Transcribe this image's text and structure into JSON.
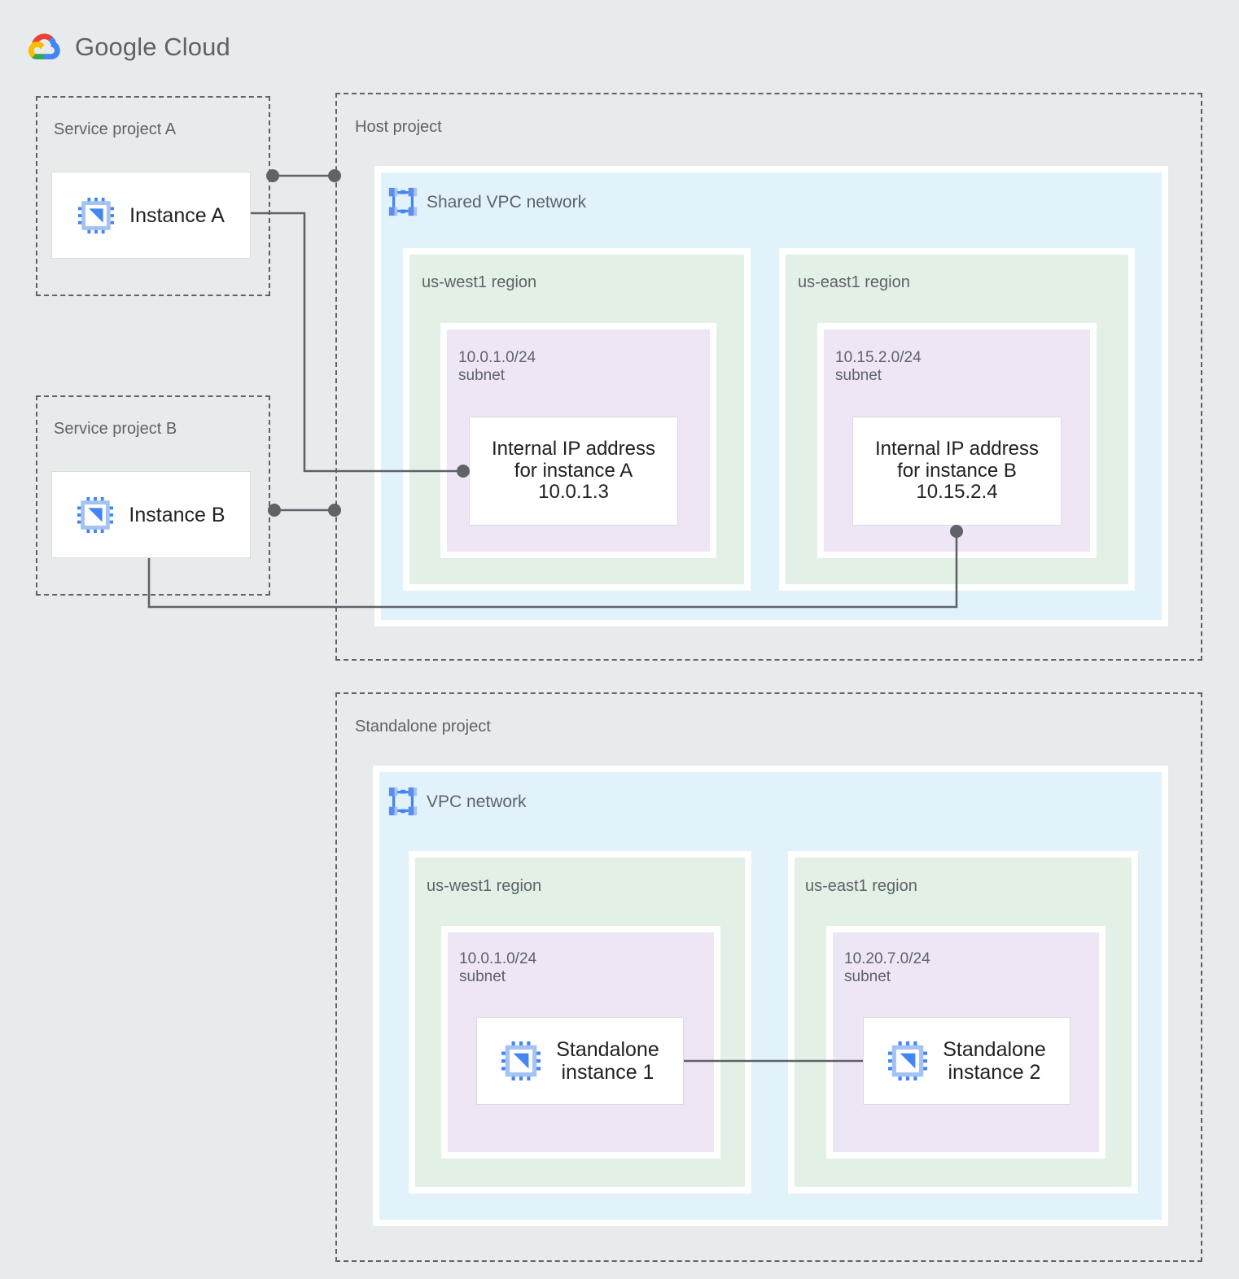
{
  "brand": {
    "logo_icon": "google-cloud-logo-icon",
    "name_bold": "Google",
    "name_light": " Cloud",
    "colors": {
      "red": "#ea4335",
      "yellow": "#fbbc04",
      "green": "#34a853",
      "blue": "#4285f4",
      "text": "#5f6368"
    }
  },
  "palette": {
    "page_background": "#e8ebec",
    "vpc_fill": "#e1f2fb",
    "region_fill": "#e2f0e6",
    "subnet_fill": "#eee5f5",
    "card_fill": "#ffffff",
    "connector": "#5f6368",
    "dashed_border": "#5f6368",
    "icon_blue": "#4285f4",
    "icon_blue_light": "#a4c2f4"
  },
  "projects": {
    "service_a": {
      "label": "Service project A",
      "instance": {
        "name": "Instance A",
        "icon": "chip-icon"
      }
    },
    "service_b": {
      "label": "Service project B",
      "instance": {
        "name": "Instance B",
        "icon": "chip-icon"
      }
    },
    "host": {
      "label": "Host project",
      "network": {
        "label": "Shared VPC network",
        "icon": "vpc-network-icon",
        "regions": [
          {
            "label": "us-west1 region",
            "subnet": {
              "cidr": "10.0.1.0/24",
              "type": "subnet",
              "resource": {
                "line1": "Internal IP address",
                "line2": "for instance A",
                "line3": "10.0.1.3"
              }
            }
          },
          {
            "label": "us-east1 region",
            "subnet": {
              "cidr": "10.15.2.0/24",
              "type": "subnet",
              "resource": {
                "line1": "Internal IP address",
                "line2": "for instance B",
                "line3": "10.15.2.4"
              }
            }
          }
        ]
      }
    },
    "standalone": {
      "label": "Standalone project",
      "network": {
        "label": "VPC network",
        "icon": "vpc-network-icon",
        "regions": [
          {
            "label": "us-west1 region",
            "subnet": {
              "cidr": "10.0.1.0/24",
              "type": "subnet",
              "resource": {
                "name": "Standalone\ninstance 1",
                "icon": "chip-icon"
              }
            }
          },
          {
            "label": "us-east1 region",
            "subnet": {
              "cidr": "10.20.7.0/24",
              "type": "subnet",
              "resource": {
                "name": "Standalone\ninstance 2",
                "icon": "chip-icon"
              }
            }
          }
        ]
      }
    }
  },
  "connections": [
    {
      "id": "instance-a-to-host-project",
      "from": "Instance A",
      "to": "Host project boundary",
      "endpoints": "dot-dot"
    },
    {
      "id": "instance-a-to-internal-ip-a",
      "from": "Instance A",
      "to": "Internal IP address for instance A 10.0.1.3",
      "endpoints": "line-dot"
    },
    {
      "id": "instance-b-to-host-project",
      "from": "Instance B",
      "to": "Host project boundary",
      "endpoints": "dot-dot"
    },
    {
      "id": "instance-b-to-internal-ip-b",
      "from": "Instance B",
      "to": "Internal IP address for instance B 10.15.2.4",
      "endpoints": "line-dot"
    },
    {
      "id": "standalone-1-to-standalone-2",
      "from": "Standalone instance 1",
      "to": "Standalone instance 2",
      "endpoints": "line-line"
    }
  ]
}
